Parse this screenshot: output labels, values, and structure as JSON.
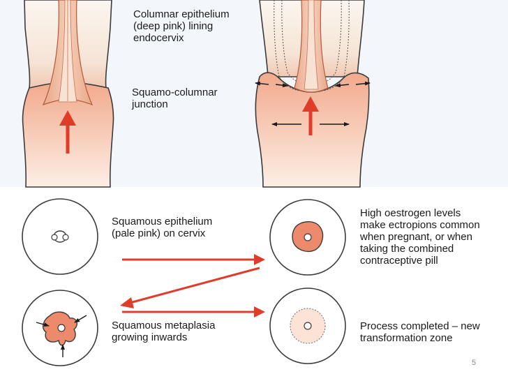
{
  "labels": {
    "columnar": "Columnar epithelium\n(deep pink) lining\nendocervix",
    "junction": "Squamo-columnar\njunction",
    "squamous": "Squamous epithelium\n(pale pink) on cervix",
    "oestrogen": "High oestrogen levels\nmake ectropions common\nwhen pregnant, or when\ntaking the combined\ncontraceptive pill",
    "metaplasia": "Squamous metaplasia\ngrowing inwards",
    "completed": "Process completed – new\ntransformation zone"
  },
  "page_number": "5",
  "colors": {
    "arrow": "#e03c2a",
    "columnar": "#e06c4a",
    "squamous": "#f4c2a8",
    "outline": "#3a3a3a"
  }
}
